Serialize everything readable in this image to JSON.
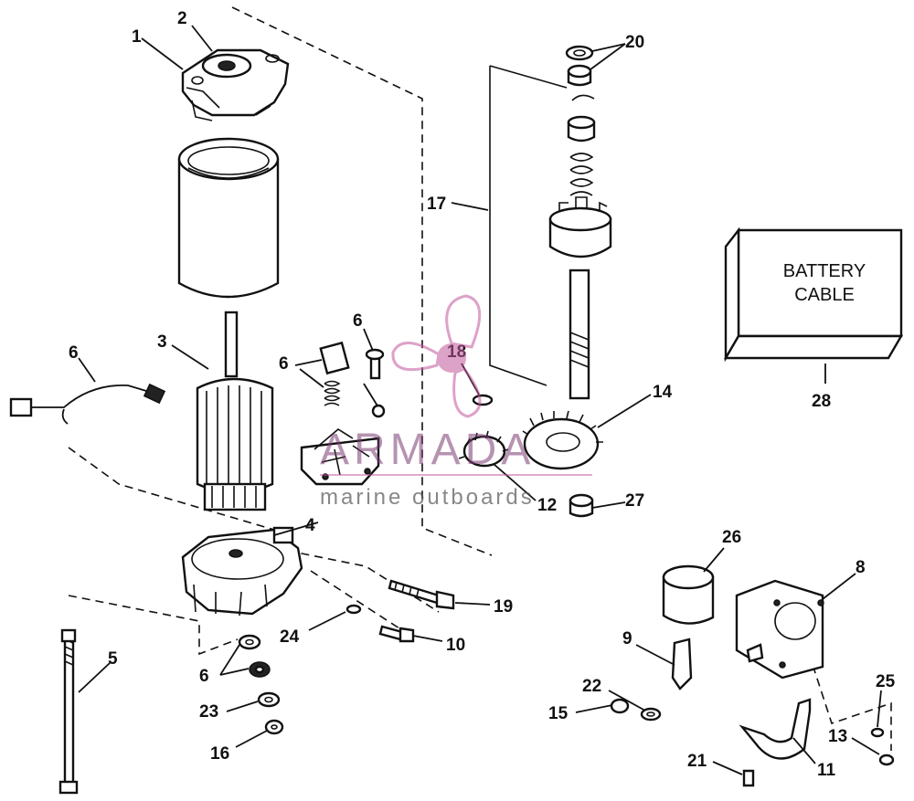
{
  "labels": [
    {
      "id": "1",
      "text": "1"
    },
    {
      "id": "2",
      "text": "2"
    },
    {
      "id": "3",
      "text": "3"
    },
    {
      "id": "4",
      "text": "4"
    },
    {
      "id": "5",
      "text": "5"
    },
    {
      "id": "6a",
      "text": "6"
    },
    {
      "id": "6b",
      "text": "6"
    },
    {
      "id": "6c",
      "text": "6"
    },
    {
      "id": "6d",
      "text": "6"
    },
    {
      "id": "8",
      "text": "8"
    },
    {
      "id": "9",
      "text": "9"
    },
    {
      "id": "10",
      "text": "10"
    },
    {
      "id": "11",
      "text": "11"
    },
    {
      "id": "12",
      "text": "12"
    },
    {
      "id": "13",
      "text": "13"
    },
    {
      "id": "14",
      "text": "14"
    },
    {
      "id": "15",
      "text": "15"
    },
    {
      "id": "16",
      "text": "16"
    },
    {
      "id": "17",
      "text": "17"
    },
    {
      "id": "18",
      "text": "18"
    },
    {
      "id": "19",
      "text": "19"
    },
    {
      "id": "20",
      "text": "20"
    },
    {
      "id": "21",
      "text": "21"
    },
    {
      "id": "22",
      "text": "22"
    },
    {
      "id": "23",
      "text": "23"
    },
    {
      "id": "24",
      "text": "24"
    },
    {
      "id": "25",
      "text": "25"
    },
    {
      "id": "26",
      "text": "26"
    },
    {
      "id": "27",
      "text": "27"
    },
    {
      "id": "28",
      "text": "28"
    }
  ],
  "battery_box": {
    "line1": "BATTERY",
    "line2": "CABLE"
  },
  "watermark": {
    "brand": "ARMADA",
    "tagline": "marine outboards"
  },
  "colors": {
    "ink": "#111111",
    "watermark": "#c2579c"
  }
}
